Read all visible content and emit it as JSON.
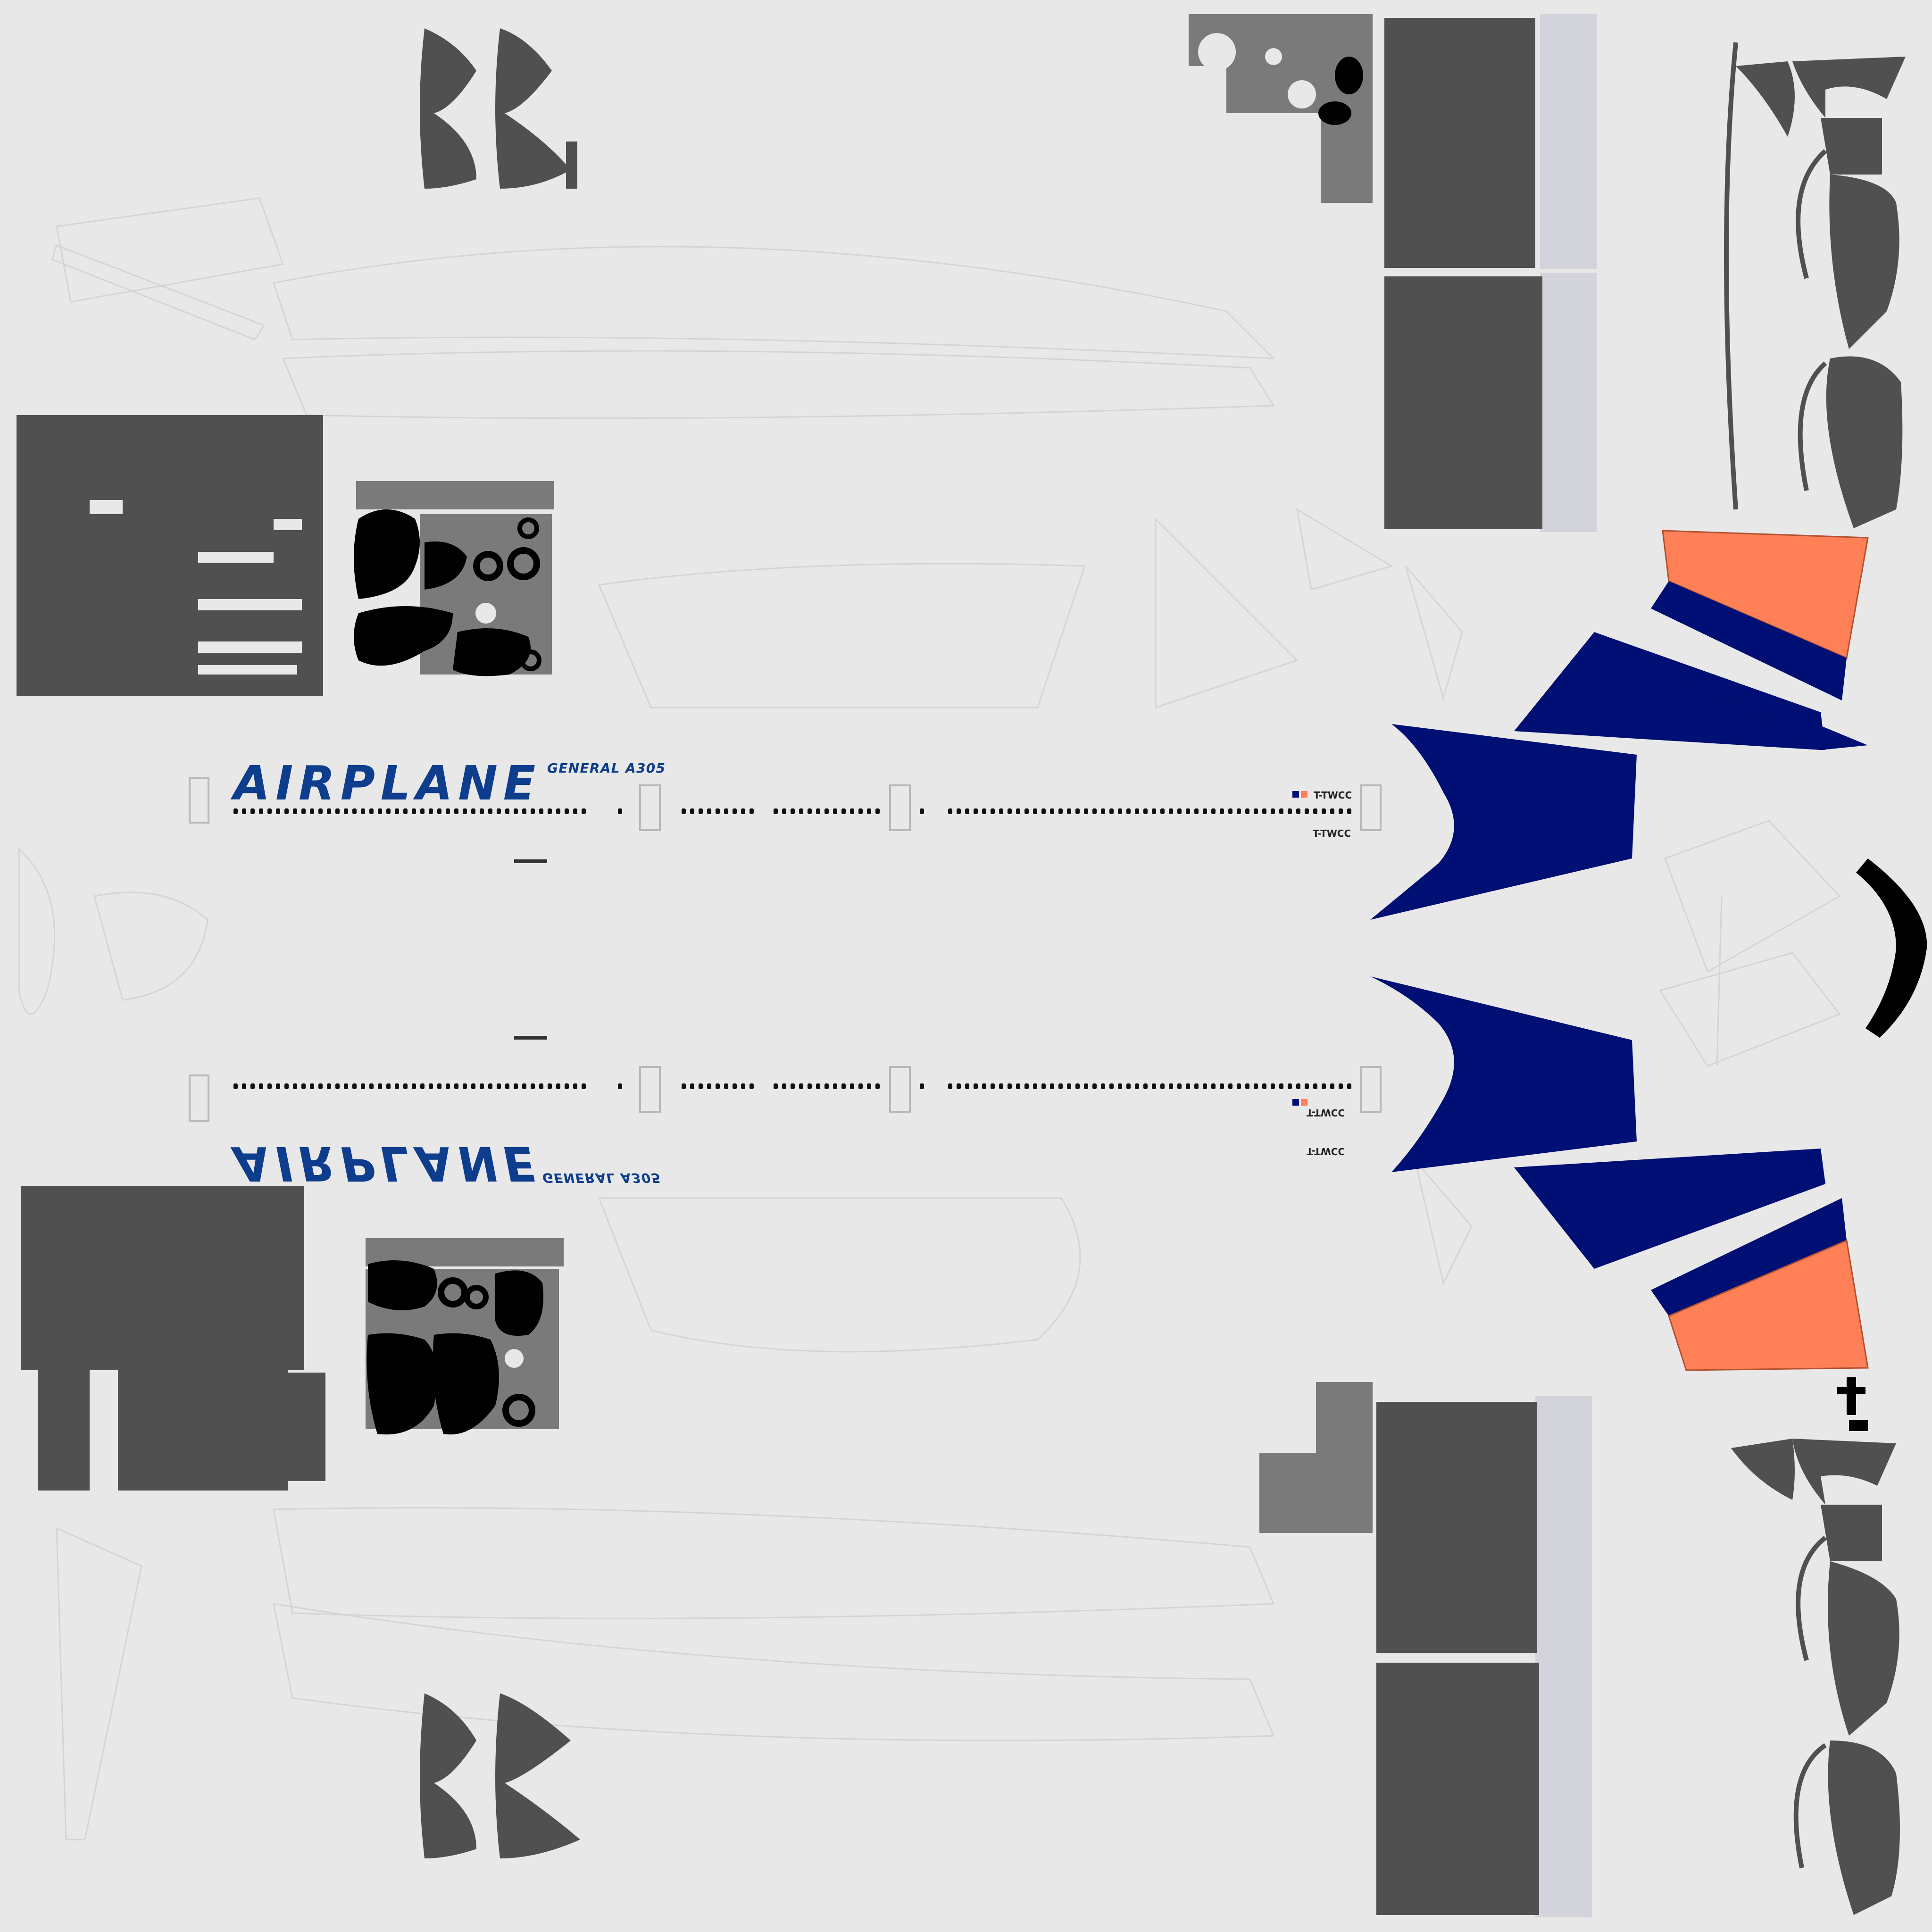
{
  "colors": {
    "background": "#e8e8e8",
    "dark_panel": "#505050",
    "mid_grey": "#7a7a7a",
    "black": "#000000",
    "navy": "#000f73",
    "brand_blue": "#0d3d8c",
    "coral": "#ff7f56",
    "pale_lavender": "#d3d3dc",
    "outline": "#d6d6d6",
    "window": "#111111"
  },
  "livery": {
    "airline_name": "AIRPLANE",
    "aircraft_type": "GENERAL A305",
    "registration": "T-TWCC"
  }
}
